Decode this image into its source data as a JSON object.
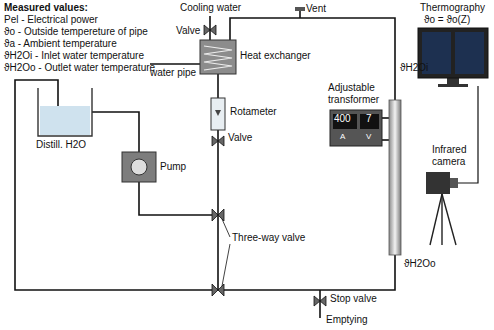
{
  "diagram": {
    "nodes": [
      {
        "text": [
          "Heat exchanger"
        ]
      },
      {
        "text": [
          "Rotameter"
        ]
      },
      {
        "text": [
          "Pump"
        ]
      },
      {
        "text": [
          "Distill. H2O"
        ]
      },
      {
        "text": [
          "Adjustable transformer",
          "400",
          "A",
          "7",
          "V"
        ]
      },
      {
        "text": [
          "Thermography",
          "ϑo = ϑo(Z)"
        ]
      },
      {
        "text": [
          "Infrared camera"
        ]
      }
    ],
    "edges": [
      {
        "from": 0,
        "to": 1,
        "arrow": "none"
      },
      {
        "from": 3,
        "to": 2,
        "arrow": "none"
      }
    ],
    "labels": [
      "Measured values:",
      "Pel - Electrical power",
      "ϑo - Outside tempereture of pipe",
      "ϑa - Ambient temperature",
      "ϑH2Oi - Inlet water temperature",
      "ϑH2Oo - Outlet water temperature",
      "Cooling water",
      "Valve",
      "water pipe",
      "Valve",
      "Three-way valve",
      "Vent",
      "ϑH2Oi",
      "ϑH2Oo",
      "Stop valve",
      "Emptying"
    ]
  }
}
